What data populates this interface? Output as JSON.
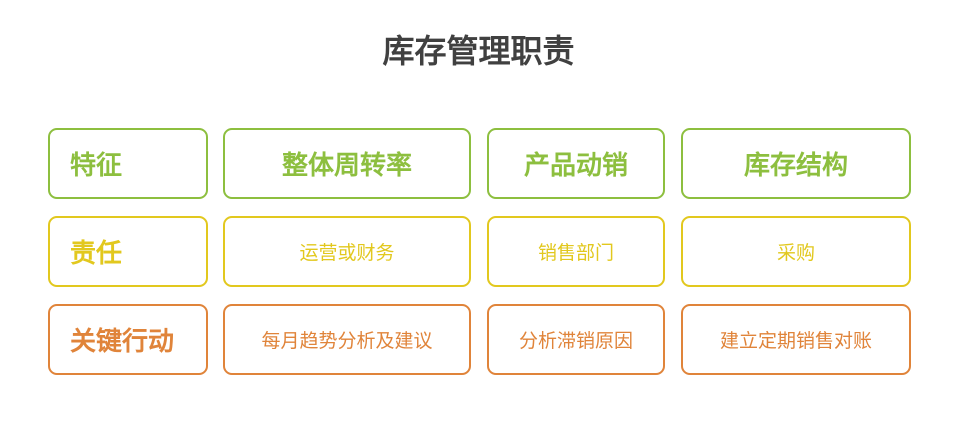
{
  "title": "库存管理职责",
  "colors": {
    "feature": "#8dbf3f",
    "responsibility": "#e2c81e",
    "action": "#e0843a",
    "title": "#404040"
  },
  "rows": [
    {
      "label": "特征",
      "cells": [
        "整体周转率",
        "产品动销",
        "库存结构"
      ]
    },
    {
      "label": "责任",
      "cells": [
        "运营或财务",
        "销售部门",
        "采购"
      ]
    },
    {
      "label": "关键行动",
      "cells": [
        "每月趋势分析及建议",
        "分析滞销原因",
        "建立定期销售对账"
      ]
    }
  ]
}
